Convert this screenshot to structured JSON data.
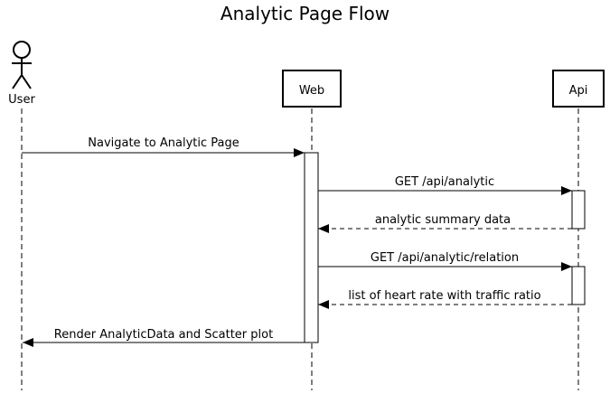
{
  "title": "Analytic Page Flow",
  "participants": {
    "user": {
      "label": "User",
      "kind": "actor"
    },
    "web": {
      "label": "Web",
      "kind": "box"
    },
    "api": {
      "label": "Api",
      "kind": "box"
    }
  },
  "messages": [
    {
      "label": "Navigate to Analytic Page",
      "from": "user",
      "to": "web",
      "style": "solid"
    },
    {
      "label": "GET /api/analytic",
      "from": "web",
      "to": "api",
      "style": "solid"
    },
    {
      "label": "analytic summary data",
      "from": "api",
      "to": "web",
      "style": "dashed"
    },
    {
      "label": "GET /api/analytic/relation",
      "from": "web",
      "to": "api",
      "style": "solid"
    },
    {
      "label": "list of heart rate with traffic ratio",
      "from": "api",
      "to": "web",
      "style": "dashed"
    },
    {
      "label": "Render AnalyticData and Scatter plot",
      "from": "web",
      "to": "user",
      "style": "solid"
    }
  ]
}
